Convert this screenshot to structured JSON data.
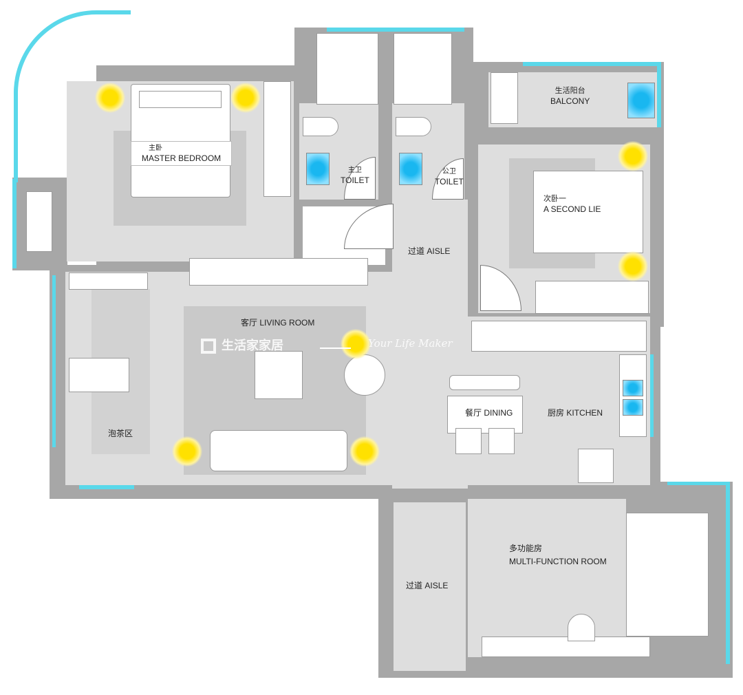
{
  "rooms": {
    "master_bedroom": {
      "cn": "主卧",
      "en": "MASTER BEDROOM"
    },
    "master_toilet": {
      "cn": "主卫",
      "en": "TOILET"
    },
    "public_toilet": {
      "cn": "公卫",
      "en": "TOILET"
    },
    "aisle_upper": {
      "cn": "过道",
      "en": "AISLE"
    },
    "balcony": {
      "cn": "生活阳台",
      "en": "BALCONY"
    },
    "second_bedroom": {
      "cn": "次卧一",
      "en": "A SECOND LIE"
    },
    "living_room": {
      "cn": "客厅",
      "en": "LIVING ROOM"
    },
    "tea_area": {
      "cn": "泡茶区"
    },
    "dining": {
      "cn": "餐厅",
      "en": "DINING"
    },
    "kitchen": {
      "cn": "厨房",
      "en": "KITCHEN"
    },
    "multi_function": {
      "cn": "多功能房",
      "en": "MULTI-FUNCTION ROOM"
    },
    "aisle_lower": {
      "cn": "过道",
      "en": "AISLE"
    }
  },
  "watermark": {
    "text": "生活家家居",
    "script": "Your Life Maker"
  },
  "colors": {
    "wall": "#a7a7a7",
    "floor": "#dedede",
    "rug": "#c9c9c9",
    "window": "#5ad8ea",
    "lamp": "#ffe100",
    "water": "#19b7f0"
  }
}
